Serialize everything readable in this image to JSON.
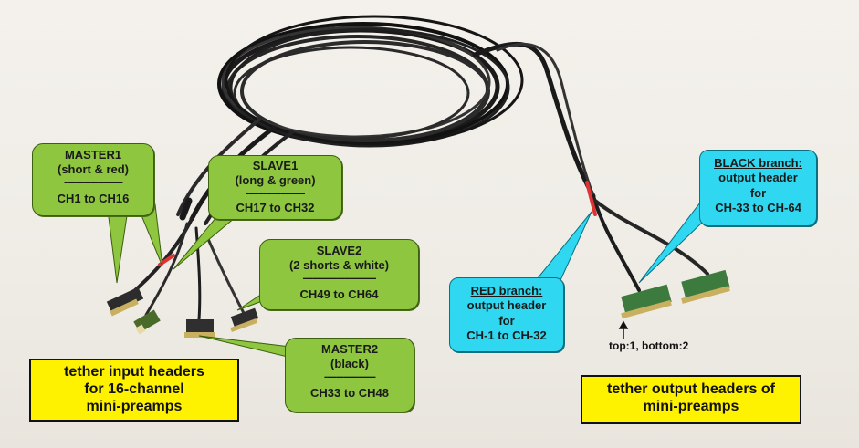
{
  "callouts": {
    "master1": {
      "name": "MASTER1",
      "desc": "(short & red)",
      "dash": "------------------------",
      "range": "CH1 to CH16"
    },
    "slave1": {
      "name": "SLAVE1",
      "desc": "(long & green)",
      "dash": "------------------------",
      "range": "CH17 to CH32"
    },
    "slave2": {
      "name": "SLAVE2",
      "desc": "(2 shorts & white)",
      "dash": "------------------------------",
      "range": "CH49 to CH64"
    },
    "master2": {
      "name": "MASTER2",
      "desc": "(black)",
      "dash": "---------------------",
      "range": "CH33 to CH48"
    },
    "black_branch": {
      "title": "BLACK branch:",
      "l1": "output header",
      "l2": "for",
      "l3": "CH-33 to CH-64"
    },
    "red_branch": {
      "title": "RED branch:",
      "l1": "output header",
      "l2": "for",
      "l3": "CH-1 to CH-32"
    }
  },
  "labels": {
    "input_headers": [
      "tether input headers",
      "for 16-channel",
      "mini-preamps"
    ],
    "output_headers": [
      "tether output headers of",
      "mini-preamps"
    ],
    "pin_note": "top:1, bottom:2"
  },
  "colors": {
    "green": "#8ec63f",
    "cyan": "#2fd8f0",
    "yellow": "#fff200"
  }
}
